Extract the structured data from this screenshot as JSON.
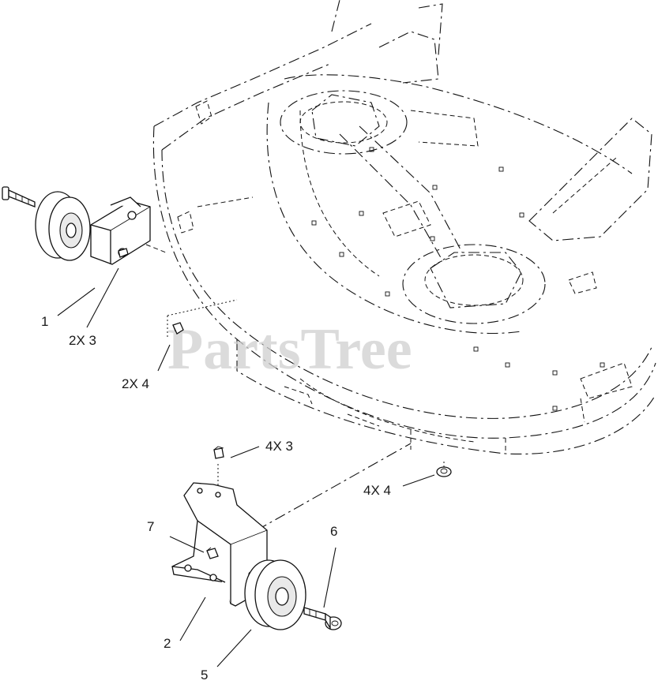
{
  "watermark": "PartsTree",
  "callouts": {
    "c1": "1",
    "c2x3_top": "2X 3",
    "c2x4": "2X 4",
    "c4x3": "4X 3",
    "c4x4": "4X 4",
    "c7": "7",
    "c6": "6",
    "c2": "2",
    "c5": "5"
  }
}
